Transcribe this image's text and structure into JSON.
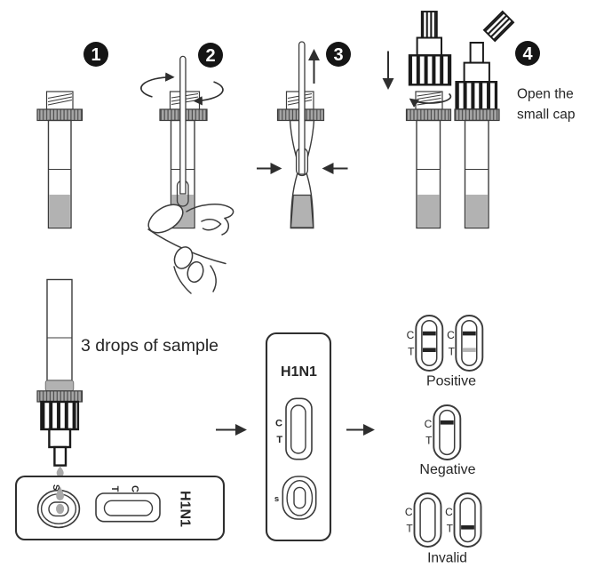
{
  "steps": {
    "n1": "1",
    "n2": "2",
    "n3": "3",
    "n4": "4"
  },
  "step4_note": {
    "line1": "Open the",
    "line2": "small cap"
  },
  "sample_note": "3 drops of sample",
  "device_name": "H1N1",
  "marks": {
    "c": "C",
    "t": "T",
    "s_upper": "S",
    "s_lower": "s"
  },
  "results": {
    "positive": {
      "label": "Positive",
      "windows": [
        {
          "c_line": "present",
          "t_line": "present"
        },
        {
          "c_line": "present",
          "t_line": "faint"
        }
      ]
    },
    "negative": {
      "label": "Negative",
      "windows": [
        {
          "c_line": "present",
          "t_line": "absent"
        }
      ]
    },
    "invalid": {
      "label": "Invalid",
      "windows": [
        {
          "c_line": "absent",
          "t_line": "absent"
        },
        {
          "c_line": "absent",
          "t_line": "present"
        }
      ]
    }
  },
  "colors": {
    "outline": "#3b3b3b",
    "cap_black": "#1a1a1a",
    "liquid_gray": "#b2b2b2",
    "collar_gray": "#a6a6a6",
    "drop_gray": "#a9a9a9",
    "line_dark": "#232323",
    "line_faint": "#b5b5b5",
    "badge_black": "#151515"
  }
}
